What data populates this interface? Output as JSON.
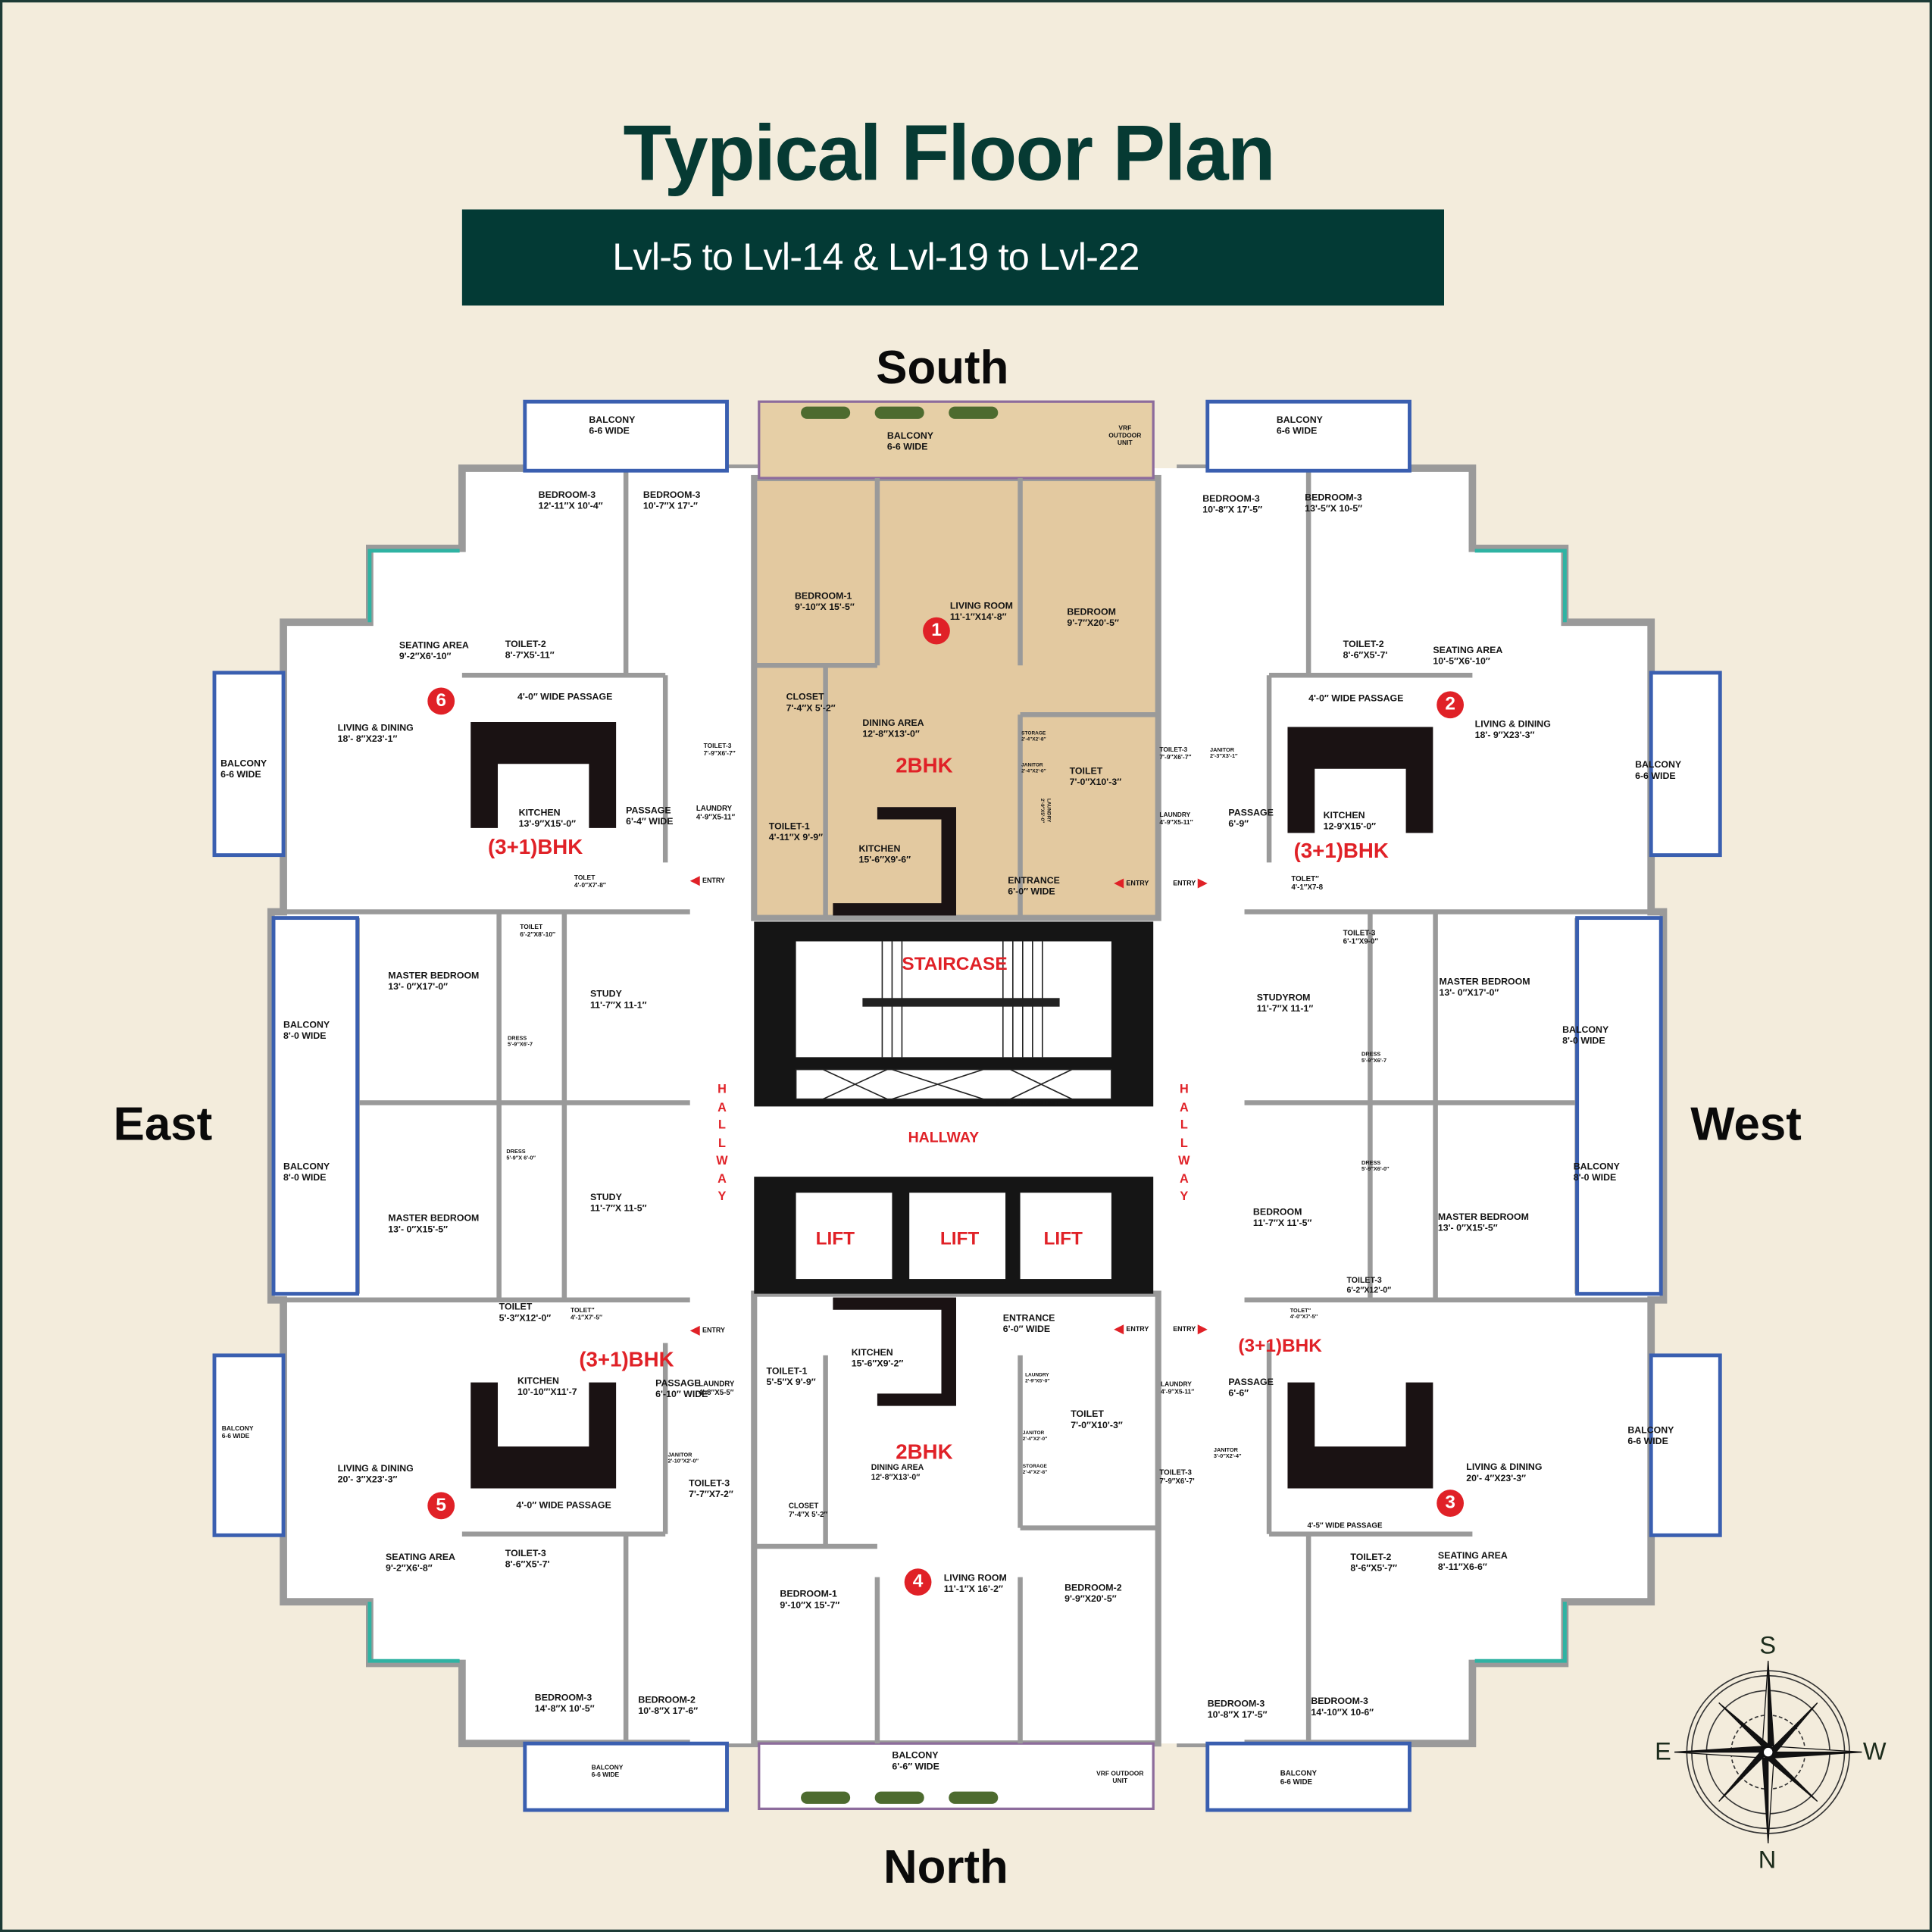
{
  "title": "Typical Floor Plan",
  "subtitle": "Lvl-5 to Lvl-14 & Lvl-19 to Lvl-22",
  "directions": {
    "south": "South",
    "north": "North",
    "east": "East",
    "west": "West"
  },
  "compass": {
    "s": "S",
    "n": "N",
    "e": "E",
    "w": "W"
  },
  "colors": {
    "brand": "#033a35",
    "accent_red": "#e02127",
    "background": "#f3ecdc",
    "wall": "#9a9a9a",
    "balcony_frame": "#3a5fb0",
    "tile": "#e3c9a0"
  },
  "core": {
    "staircase": "STAIRCASE",
    "hallway": "HALLWAY",
    "hallway_vertical": "HALLWAY",
    "lifts": [
      "LIFT",
      "LIFT",
      "LIFT"
    ],
    "vrf": "VRF OUTDOOR UNIT",
    "entry": "ENTRY"
  },
  "units": {
    "u1": {
      "marker": "1",
      "type": "2BHK",
      "rooms": [
        {
          "name": "BALCONY",
          "size": "6-6 WIDE"
        },
        {
          "name": "BEDROOM-1",
          "size": "9'-10″X 15'-5″"
        },
        {
          "name": "LIVING ROOM",
          "size": "11'-1″X14'-8″"
        },
        {
          "name": "BEDROOM",
          "size": "9'-7″X20'-5″"
        },
        {
          "name": "CLOSET",
          "size": "7'-4″X 5'-2″"
        },
        {
          "name": "DINING AREA",
          "size": "12'-8″X13'-0″"
        },
        {
          "name": "STORAGE",
          "size": "2'-4″X2'-8″"
        },
        {
          "name": "JANITOR",
          "size": "2'-4″X2'-0″"
        },
        {
          "name": "TOILET",
          "size": "7'-0″X10'-3″"
        },
        {
          "name": "LAUNDRY",
          "size": "2'-9″X5'-0″"
        },
        {
          "name": "TOILET-1",
          "size": "4'-11″X 9'-9″"
        },
        {
          "name": "KITCHEN",
          "size": "15'-6″X9'-6″"
        },
        {
          "name": "ENTRANCE",
          "size": "6'-0″ WIDE"
        }
      ]
    },
    "u2": {
      "marker": "2",
      "type": "(3+1)BHK",
      "rooms": [
        {
          "name": "BALCONY",
          "size": "6-6 WIDE"
        },
        {
          "name": "BEDROOM-3",
          "size": "10'-8″X 17'-5″"
        },
        {
          "name": "BEDROOM-3",
          "size": "13'-5″X 10-5″"
        },
        {
          "name": "TOILET-2",
          "size": "8'-6″X5'-7'"
        },
        {
          "name": "SEATING AREA",
          "size": "10'-5″X6'-10″"
        },
        {
          "name": "4'-0″ WIDE PASSAGE",
          "size": ""
        },
        {
          "name": "LIVING & DINING",
          "size": "18'- 9″X23'-3″"
        },
        {
          "name": "BALCONY",
          "size": "6-6 WIDE"
        },
        {
          "name": "TOILET-3",
          "size": "7'-9″X6'-7″"
        },
        {
          "name": "JANITOR",
          "size": "2'-3″X3'-1″"
        },
        {
          "name": "LAUNDRY",
          "size": "4'-9″X5-11″"
        },
        {
          "name": "PASSAGE",
          "size": "6'-9″"
        },
        {
          "name": "KITCHEN",
          "size": "12-9'X15'-0″"
        },
        {
          "name": "TOLET″",
          "size": "4'-1″X7-8"
        },
        {
          "name": "TOILET-3",
          "size": "6'-1″X9-0″"
        },
        {
          "name": "MASTER BEDROOM",
          "size": "13'- 0″X17'-0″"
        },
        {
          "name": "STUDYROM",
          "size": "11'-7″X 11-1″"
        },
        {
          "name": "BALCONY",
          "size": "8'-0 WIDE"
        },
        {
          "name": "DRESS",
          "size": "5'-9″X6'-7"
        }
      ]
    },
    "u3": {
      "marker": "3",
      "type": "(3+1)BHK",
      "rooms": [
        {
          "name": "DRESS",
          "size": "5'-9″X6'-0″"
        },
        {
          "name": "BALCONY",
          "size": "8'-0 WIDE"
        },
        {
          "name": "BEDROOM",
          "size": "11'-7″X 11'-5″"
        },
        {
          "name": "MASTER BEDROOM",
          "size": "13'- 0″X15'-5″"
        },
        {
          "name": "TOILET-3",
          "size": "6'-2″X12'-0″"
        },
        {
          "name": "TOLET″",
          "size": "4'-0″X7'-5″"
        },
        {
          "name": "LAUNDRY",
          "size": "4'-9″X5-11″"
        },
        {
          "name": "PASSAGE",
          "size": "6'-6″"
        },
        {
          "name": "JANITOR",
          "size": "3'-0″X2'-4″"
        },
        {
          "name": "TOILET-3",
          "size": "7'-9″X6'-7'"
        },
        {
          "name": "LIVING & DINING",
          "size": "20'- 4″X23'-3″"
        },
        {
          "name": "BALCONY",
          "size": "6-6 WIDE"
        },
        {
          "name": "4'-5″ WIDE PASSAGE",
          "size": ""
        },
        {
          "name": "TOILET-2",
          "size": "8'-6″X5'-7″"
        },
        {
          "name": "SEATING AREA",
          "size": "8'-11″X6-6″"
        },
        {
          "name": "BEDROOM-3",
          "size": "10'-8″X 17'-5″"
        },
        {
          "name": "BEDROOM-3",
          "size": "14'-10″X 10-6″"
        },
        {
          "name": "BALCONY",
          "size": "6-6 WIDE"
        }
      ]
    },
    "u4": {
      "marker": "4",
      "type": "2BHK",
      "rooms": [
        {
          "name": "ENTRANCE",
          "size": "6'-0″ WIDE"
        },
        {
          "name": "KITCHEN",
          "size": "15'-6″X9'-2″"
        },
        {
          "name": "TOILET-1",
          "size": "5'-5″X 9'-9″"
        },
        {
          "name": "LAUNDRY",
          "size": "2'-9″X5'-0″"
        },
        {
          "name": "TOILET",
          "size": "7'-0″X10'-3″"
        },
        {
          "name": "JANITOR",
          "size": "2'-4″X2'-0″"
        },
        {
          "name": "STORAGE",
          "size": "2'-4″X2'-8″"
        },
        {
          "name": "DINING AREA",
          "size": "12'-8″X13'-0″"
        },
        {
          "name": "CLOSET",
          "size": "7'-4″X 5'-2″"
        },
        {
          "name": "LIVING ROOM",
          "size": "11'-1″X 16'-2″"
        },
        {
          "name": "BEDROOM-2",
          "size": "9'-9″X20'-5″"
        },
        {
          "name": "BEDROOM-1",
          "size": "9'-10″X 15'-7″"
        },
        {
          "name": "BALCONY",
          "size": "6'-6″ WIDE"
        }
      ]
    },
    "u5": {
      "marker": "5",
      "type": "(3+1)BHK",
      "rooms": [
        {
          "name": "MASTER BEDROOM",
          "size": "13'- 0″X15'-5″"
        },
        {
          "name": "BALCONY",
          "size": "8'-0 WIDE"
        },
        {
          "name": "DRESS",
          "size": "5'-9″X 6'-0″"
        },
        {
          "name": "STUDY",
          "size": "11'-7″X 11-5″"
        },
        {
          "name": "TOILET",
          "size": "5'-3″X12'-0″"
        },
        {
          "name": "TOLET″",
          "size": "4'-1″X7'-5″"
        },
        {
          "name": "KITCHEN",
          "size": "10'-10″'X11'-7"
        },
        {
          "name": "PASSAGE",
          "size": "6'-10″ WIDE"
        },
        {
          "name": "LAUNDRY",
          "size": "4'-8″X5-5″"
        },
        {
          "name": "BALCONY",
          "size": "6-6 WIDE"
        },
        {
          "name": "LIVING & DINING",
          "size": "20'- 3″X23'-3″"
        },
        {
          "name": "JANITOR",
          "size": "2'-10″X2'-0″"
        },
        {
          "name": "TOILET-3",
          "size": "7'-7″X7-2″"
        },
        {
          "name": "4'-0″ WIDE PASSAGE",
          "size": ""
        },
        {
          "name": "TOILET-3",
          "size": "8'-6″X5'-7'"
        },
        {
          "name": "SEATING AREA",
          "size": "9'-2″X6'-8″"
        },
        {
          "name": "BEDROOM-3",
          "size": "14'-8″X 10'-5″"
        },
        {
          "name": "BEDROOM-2",
          "size": "10'-8″X 17'-6″"
        },
        {
          "name": "BALCONY",
          "size": "6-6 WIDE"
        }
      ]
    },
    "u6": {
      "marker": "6",
      "type": "(3+1)BHK",
      "rooms": [
        {
          "name": "BALCONY",
          "size": "6-6 WIDE"
        },
        {
          "name": "BEDROOM-3",
          "size": "12'-11″X 10'-4″"
        },
        {
          "name": "BEDROOM-3",
          "size": "10'-7″X 17'-″"
        },
        {
          "name": "SEATING AREA",
          "size": "9'-2″X6'-10″"
        },
        {
          "name": "TOILET-2",
          "size": "8'-7'X5'-11″"
        },
        {
          "name": "4'-0″ WIDE PASSAGE",
          "size": ""
        },
        {
          "name": "LIVING & DINING",
          "size": "18'- 8″X23'-1″"
        },
        {
          "name": "BALCONY",
          "size": "6-6 WIDE"
        },
        {
          "name": "KITCHEN",
          "size": "13'-9″X15'-0″"
        },
        {
          "name": "PASSAGE",
          "size": "6'-4″ WIDE"
        },
        {
          "name": "TOILET-3",
          "size": "7'-9″X6'-7″"
        },
        {
          "name": "LAUNDRY",
          "size": "4'-9″X5-11″"
        },
        {
          "name": "TOLET",
          "size": "4'-0″X7'-8″"
        },
        {
          "name": "TOILET",
          "size": "6'-2″X8'-10″"
        },
        {
          "name": "MASTER BEDROOM",
          "size": "13'- 0″X17'-0″"
        },
        {
          "name": "BALCONY",
          "size": "8'-0 WIDE"
        },
        {
          "name": "DRESS",
          "size": "5'-9″X6'-7"
        },
        {
          "name": "STUDY",
          "size": "11'-7″X 11-1″"
        }
      ]
    }
  }
}
